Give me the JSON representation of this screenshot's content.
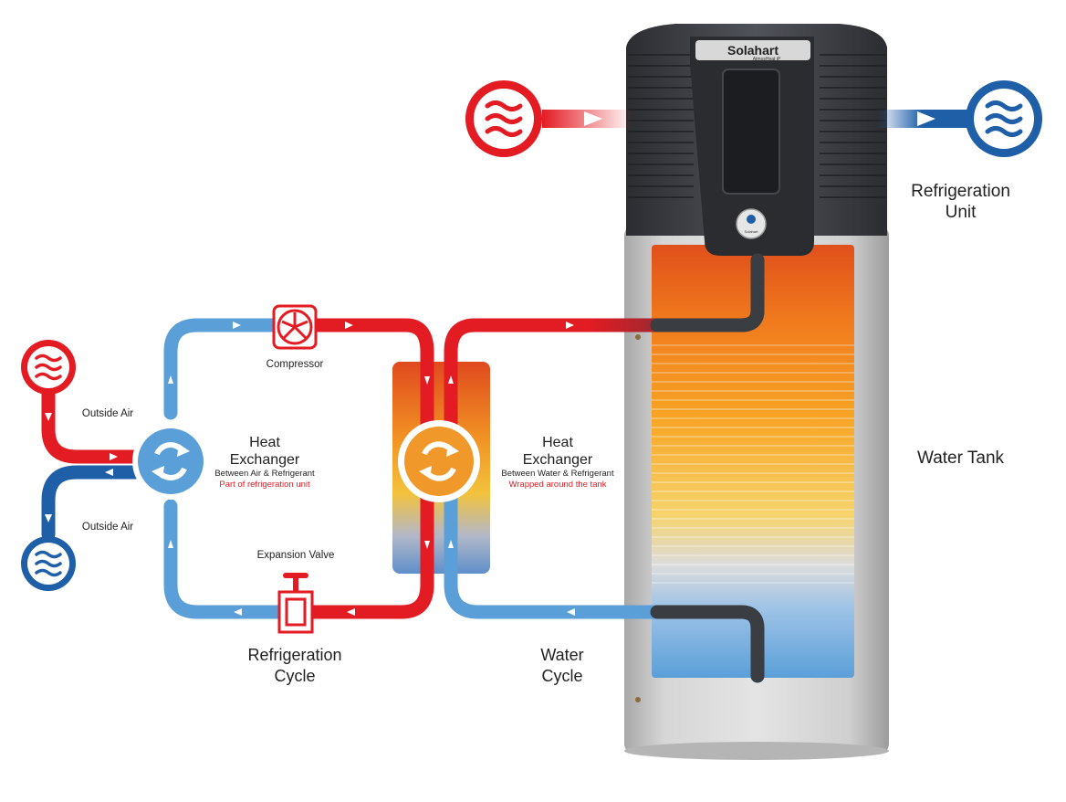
{
  "brand": {
    "name": "Solahart",
    "model": "AtmosHeat iP",
    "badge": "Solahart"
  },
  "labels": {
    "refrigeration_unit": [
      "Refrigeration",
      "Unit"
    ],
    "water_tank": "Water Tank",
    "compressor": "Compressor",
    "expansion_valve": "Expansion Valve",
    "outside_air_top": "Outside Air",
    "outside_air_bottom": "Outside Air",
    "heat_exchanger_left": {
      "title": [
        "Heat",
        "Exchanger"
      ],
      "subtitle": "Between Air & Refrigerant",
      "note": "Part of refrigeration unit"
    },
    "heat_exchanger_right": {
      "title": [
        "Heat",
        "Exchanger"
      ],
      "subtitle": "Between Water & Refrigerant",
      "note": "Wrapped around the tank"
    },
    "refrigeration_cycle": [
      "Refrigeration",
      "Cycle"
    ],
    "water_cycle": [
      "Water",
      "Cycle"
    ]
  },
  "colors": {
    "hot": "#e31b23",
    "cold": "#1f5fa8",
    "light_blue": "#5b9fd8",
    "tank": "#c9c9c9",
    "unit_dark": "#3a3d42"
  },
  "icons": [
    "hot-air-icon",
    "cold-air-icon",
    "compressor-icon",
    "expansion-valve-icon",
    "heat-exchanger-icon"
  ]
}
